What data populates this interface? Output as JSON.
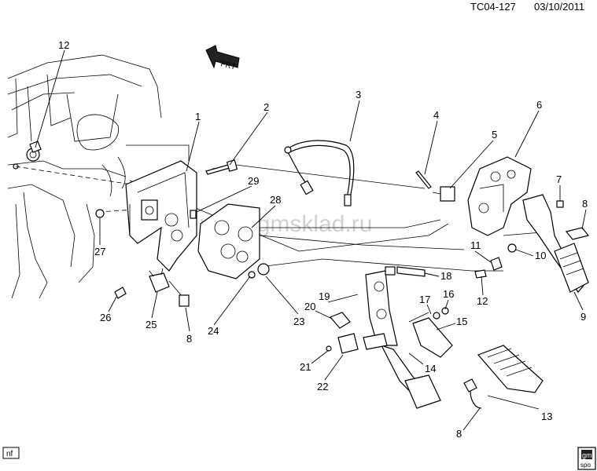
{
  "header": {
    "code": "TC04-127",
    "date": "03/10/2011"
  },
  "watermark": "www.gmsklad.ru",
  "front_arrow": "FRT",
  "corner_left": "nf",
  "corner_logo": {
    "top": "gm",
    "bottom": "spo"
  },
  "callouts": {
    "c1": "1",
    "c2": "2",
    "c3": "3",
    "c4": "4",
    "c5": "5",
    "c6": "6",
    "c7": "7",
    "c8a": "8",
    "c8b": "8",
    "c8c": "8",
    "c9": "9",
    "c10": "10",
    "c11": "11",
    "c12a": "12",
    "c12b": "12",
    "c13": "13",
    "c14": "14",
    "c15": "15",
    "c16": "16",
    "c17": "17",
    "c18": "18",
    "c19": "19",
    "c20": "20",
    "c21": "21",
    "c22": "22",
    "c23": "23",
    "c24": "24",
    "c25": "25",
    "c26": "26",
    "c27": "27",
    "c28": "28",
    "c29": "29"
  }
}
